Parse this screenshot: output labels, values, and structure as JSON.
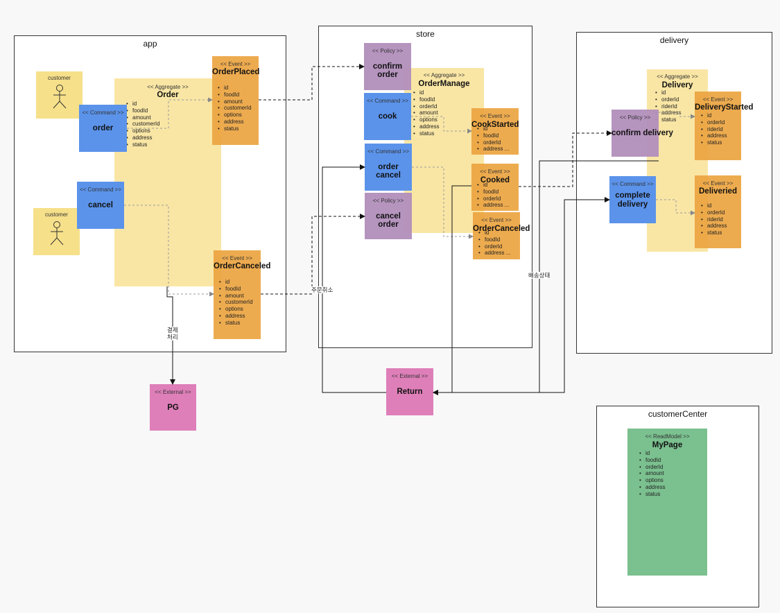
{
  "contexts": {
    "app": "app",
    "store": "store",
    "delivery": "delivery",
    "customerCenter": "customerCenter"
  },
  "stereotypes": {
    "aggregate": "<< Aggregate >>",
    "event": "<< Event >>",
    "command": "<< Command >>",
    "policy": "<< Policy >>",
    "external": "<< External >>",
    "readmodel": "<< ReadModel >>"
  },
  "actors": {
    "customer1": "customer",
    "customer2": "customer"
  },
  "app": {
    "aggregate": {
      "name": "Order",
      "attrs": [
        "id",
        "foodId",
        "amount",
        "customerId",
        "options",
        "address",
        "status"
      ]
    },
    "order_placed": {
      "name": "OrderPlaced",
      "attrs": [
        "id",
        "foodId",
        "amount",
        "customerId",
        "options",
        "address",
        "status"
      ]
    },
    "order_canceled": {
      "name": "OrderCanceled",
      "attrs": [
        "id",
        "foodId",
        "amount",
        "customerId",
        "options",
        "address",
        "status"
      ]
    },
    "cmd_order": "order",
    "cmd_cancel": "cancel"
  },
  "store": {
    "aggregate": {
      "name": "OrderManage",
      "attrs": [
        "id",
        "foodId",
        "orderId",
        "amount",
        "options",
        "address",
        "status"
      ]
    },
    "policy_confirm": "confirm order",
    "cmd_cook": "cook",
    "cmd_order_cancel": "order cancel",
    "policy_cancel": "cancel order",
    "cook_started": {
      "name": "CookStarted",
      "attrs": [
        "id",
        "foodId",
        "orderId",
        "address ..."
      ]
    },
    "cooked": {
      "name": "Cooked",
      "attrs": [
        "id",
        "foodId",
        "orderId",
        "address ..."
      ]
    },
    "order_canceled": {
      "name": "OrderCanceled",
      "attrs": [
        "id",
        "foodId",
        "orderId",
        "address ..."
      ]
    }
  },
  "delivery": {
    "aggregate": {
      "name": "Delivery",
      "attrs": [
        "id",
        "orderId",
        "riderId",
        "address",
        "status"
      ]
    },
    "policy_confirm": "confirm delivery",
    "cmd_complete": "complete delivery",
    "delivery_started": {
      "name": "DeliveryStarted",
      "attrs": [
        "id",
        "orderId",
        "riderId",
        "address",
        "status"
      ]
    },
    "deliveried": {
      "name": "Deliveried",
      "attrs": [
        "id",
        "orderId",
        "riderId",
        "address",
        "status"
      ]
    }
  },
  "externals": {
    "pg": "PG",
    "return": "Return"
  },
  "customerCenter": {
    "readmodel": {
      "name": "MyPage",
      "attrs": [
        "id",
        "foodId",
        "orderId",
        "amount",
        "options",
        "address",
        "status"
      ]
    }
  },
  "edge_labels": {
    "payment": "결제\n처리",
    "cancel_order": "주문취소",
    "delivery_status": "배송상태"
  },
  "colors": {
    "aggregate": "#f7dd82",
    "event": "#eca440",
    "command": "#5b93ea",
    "policy": "#b18ebb",
    "external": "#de7fb9",
    "readmodel": "#7bc08f",
    "actor": "#f6e08a"
  }
}
